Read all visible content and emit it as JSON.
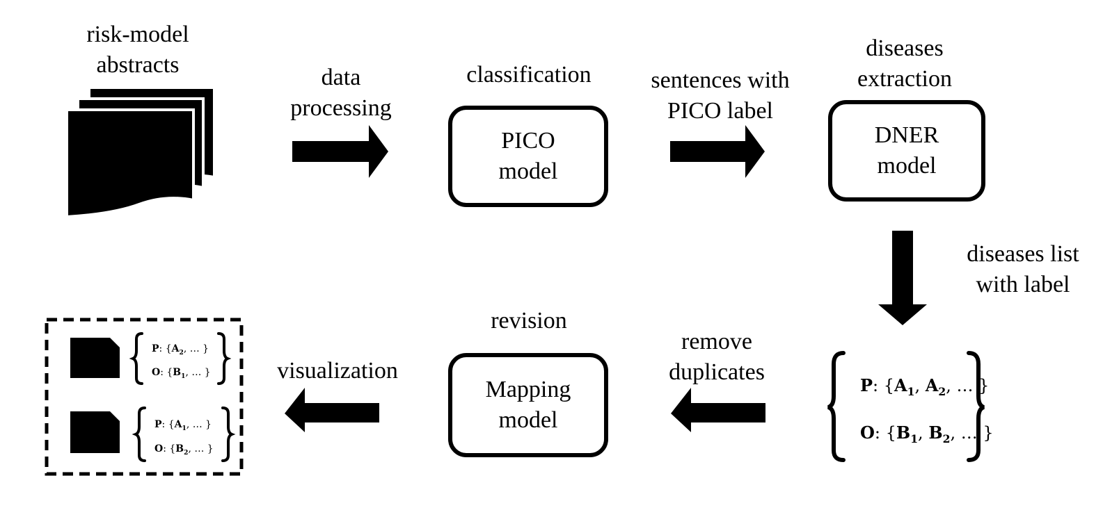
{
  "labels": {
    "abstracts": [
      "risk-model",
      "abstracts"
    ],
    "data_processing": [
      "data",
      "processing"
    ],
    "classification": "classification",
    "pico_model": [
      "PICO",
      "model"
    ],
    "sentences": [
      "sentences with",
      "PICO label"
    ],
    "diseases_extraction": [
      "diseases",
      "extraction"
    ],
    "dner_model": [
      "DNER",
      "model"
    ],
    "diseases_list": [
      "diseases list",
      "with label"
    ],
    "remove_duplicates": [
      "remove",
      "duplicates"
    ],
    "revision": "revision",
    "mapping_model": [
      "Mapping",
      "model"
    ],
    "visualization": "visualization"
  },
  "sets": {
    "main": {
      "p_key": "P",
      "p_open": ": {",
      "p_a1": "A",
      "p_a1_sub": "1",
      "p_mid": ", ",
      "p_a2": "A",
      "p_a2_sub": "2",
      "p_close": ", … }",
      "o_key": "O",
      "o_open": ": {",
      "o_b1": "B",
      "o_b1_sub": "1",
      "o_mid": ", ",
      "o_b2": "B",
      "o_b2_sub": "2",
      "o_close": ", … }"
    },
    "viz1": {
      "p_key": "P",
      "p_open": ": {",
      "p_item": "A",
      "p_sub": "2",
      "p_close": ", … }",
      "o_key": "O",
      "o_open": ": {",
      "o_item": "B",
      "o_sub": "1",
      "o_close": ", … }"
    },
    "viz2": {
      "p_key": "P",
      "p_open": ": {",
      "p_item": "A",
      "p_sub": "1",
      "p_close": ", … }",
      "o_key": "O",
      "o_open": ": {",
      "o_item": "B",
      "o_sub": "2",
      "o_close": ", … }"
    }
  }
}
